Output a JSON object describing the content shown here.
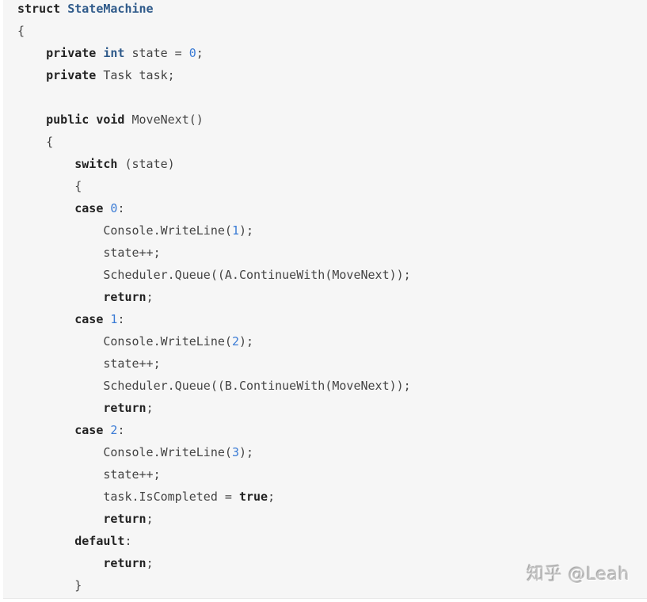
{
  "code_block": {
    "language": "csharp",
    "background": "#f6f6f6",
    "colors": {
      "keyword": "#222222",
      "type": "#2f5a8a",
      "number": "#3a7bd5",
      "text": "#444444"
    },
    "lines": [
      [
        {
          "t": "struct",
          "c": "kw"
        },
        {
          "t": " "
        },
        {
          "t": "StateMachine",
          "c": "ty"
        }
      ],
      [
        {
          "t": "{"
        }
      ],
      [
        {
          "t": "    "
        },
        {
          "t": "private",
          "c": "kw"
        },
        {
          "t": " "
        },
        {
          "t": "int",
          "c": "ty"
        },
        {
          "t": " state = "
        },
        {
          "t": "0",
          "c": "num"
        },
        {
          "t": ";"
        }
      ],
      [
        {
          "t": "    "
        },
        {
          "t": "private",
          "c": "kw"
        },
        {
          "t": " Task task;"
        }
      ],
      [
        {
          "t": ""
        }
      ],
      [
        {
          "t": "    "
        },
        {
          "t": "public",
          "c": "kw"
        },
        {
          "t": " "
        },
        {
          "t": "void",
          "c": "kw"
        },
        {
          "t": " MoveNext()"
        }
      ],
      [
        {
          "t": "    {"
        }
      ],
      [
        {
          "t": "        "
        },
        {
          "t": "switch",
          "c": "kw"
        },
        {
          "t": " (state)"
        }
      ],
      [
        {
          "t": "        {"
        }
      ],
      [
        {
          "t": "        "
        },
        {
          "t": "case",
          "c": "kw"
        },
        {
          "t": " "
        },
        {
          "t": "0",
          "c": "num"
        },
        {
          "t": ":"
        }
      ],
      [
        {
          "t": "            Console.WriteLine("
        },
        {
          "t": "1",
          "c": "num"
        },
        {
          "t": ");"
        }
      ],
      [
        {
          "t": "            state++;"
        }
      ],
      [
        {
          "t": "            Scheduler.Queue((A.ContinueWith(MoveNext));"
        }
      ],
      [
        {
          "t": "            "
        },
        {
          "t": "return",
          "c": "kw"
        },
        {
          "t": ";"
        }
      ],
      [
        {
          "t": "        "
        },
        {
          "t": "case",
          "c": "kw"
        },
        {
          "t": " "
        },
        {
          "t": "1",
          "c": "num"
        },
        {
          "t": ":"
        }
      ],
      [
        {
          "t": "            Console.WriteLine("
        },
        {
          "t": "2",
          "c": "num"
        },
        {
          "t": ");"
        }
      ],
      [
        {
          "t": "            state++;"
        }
      ],
      [
        {
          "t": "            Scheduler.Queue((B.ContinueWith(MoveNext));"
        }
      ],
      [
        {
          "t": "            "
        },
        {
          "t": "return",
          "c": "kw"
        },
        {
          "t": ";"
        }
      ],
      [
        {
          "t": "        "
        },
        {
          "t": "case",
          "c": "kw"
        },
        {
          "t": " "
        },
        {
          "t": "2",
          "c": "num"
        },
        {
          "t": ":"
        }
      ],
      [
        {
          "t": "            Console.WriteLine("
        },
        {
          "t": "3",
          "c": "num"
        },
        {
          "t": ");"
        }
      ],
      [
        {
          "t": "            state++;"
        }
      ],
      [
        {
          "t": "            task.IsCompleted = "
        },
        {
          "t": "true",
          "c": "kw"
        },
        {
          "t": ";"
        }
      ],
      [
        {
          "t": "            "
        },
        {
          "t": "return",
          "c": "kw"
        },
        {
          "t": ";"
        }
      ],
      [
        {
          "t": "        "
        },
        {
          "t": "default",
          "c": "kw"
        },
        {
          "t": ":"
        }
      ],
      [
        {
          "t": "            "
        },
        {
          "t": "return",
          "c": "kw"
        },
        {
          "t": ";"
        }
      ],
      [
        {
          "t": "        }"
        }
      ]
    ]
  },
  "watermark": {
    "text": "知乎 @Leah"
  }
}
